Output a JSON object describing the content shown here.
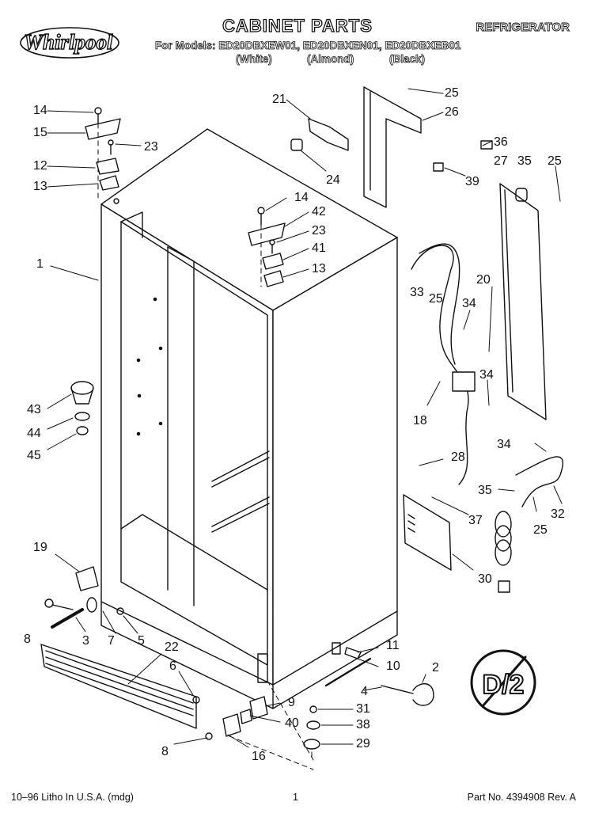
{
  "header": {
    "title": "CABINET PARTS",
    "category": "REFRIGERATOR",
    "brand": "Whirlpool",
    "models": "For Models: ED20DBXEW01, ED20DBXEN01, ED20DBXEB01",
    "variants": [
      "(White)",
      "(Almond)",
      "(Black)"
    ]
  },
  "footer": {
    "left": "10–96 Litho In U.S.A. (mdg)",
    "page": "1",
    "part_number": "Part No. 4394908 Rev. A"
  },
  "badge_text": "D/2",
  "callouts": [
    "14",
    "15",
    "23",
    "12",
    "13",
    "21",
    "24",
    "25",
    "26",
    "36",
    "39",
    "27",
    "35",
    "25",
    "14",
    "42",
    "23",
    "41",
    "13",
    "1",
    "33",
    "25",
    "34",
    "20",
    "43",
    "44",
    "45",
    "18",
    "34",
    "28",
    "34",
    "35",
    "25",
    "32",
    "37",
    "30",
    "19",
    "8",
    "3",
    "7",
    "5",
    "22",
    "6",
    "11",
    "10",
    "2",
    "4",
    "9",
    "40",
    "31",
    "38",
    "29",
    "8",
    "16"
  ]
}
